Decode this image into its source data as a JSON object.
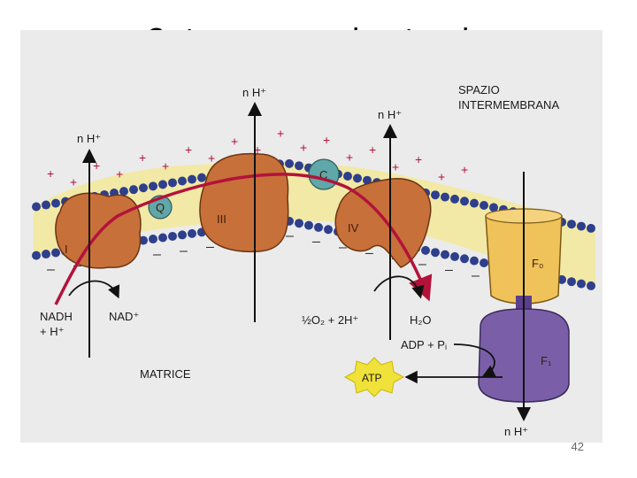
{
  "title": "Catena respiratoria",
  "page_number": "42",
  "labels": {
    "intermembrane_space": [
      "SPAZIO",
      "INTERMEMBRANA"
    ],
    "matrix": "MATRICE",
    "proton": "n H⁺",
    "complex_I": "I",
    "complex_III": "III",
    "complex_IV": "IV",
    "ubiquinone": "Q",
    "cytochrome_c": "C",
    "F0": "F₀",
    "F1": "F₁",
    "NADH": [
      "NADH",
      "+ H⁺"
    ],
    "NAD": "NAD⁺",
    "oxygen_reaction": "½O₂ + 2H⁺",
    "water": "H₂O",
    "ADP": "ADP + Pᵢ",
    "ATP": "ATP"
  },
  "colors": {
    "complex": "#c8703a",
    "membrane_head": "#2e3f8c",
    "membrane_tail": "#f2e9a6",
    "electron_path": "#b3123a",
    "F0": "#efc25a",
    "F1": "#7a5fa8",
    "atp_star": "#f0e23a"
  }
}
